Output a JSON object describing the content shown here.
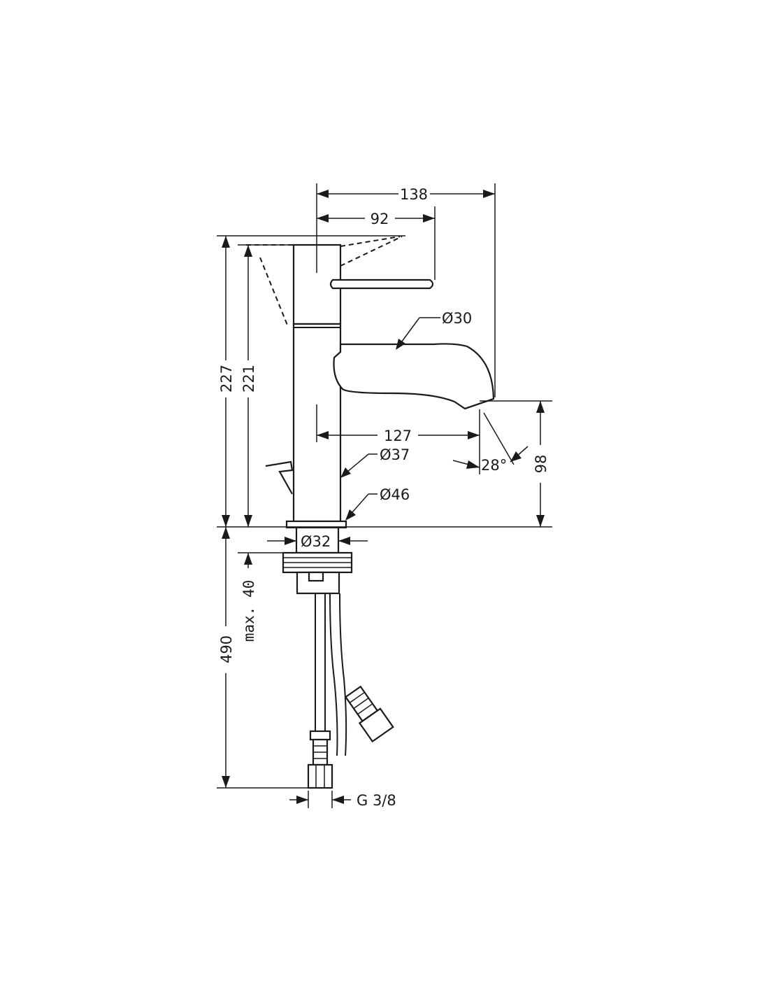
{
  "drawing": {
    "dimensions": {
      "width_total": "138",
      "lever_reach": "92",
      "spout_diameter": "Ø30",
      "spout_projection": "127",
      "body_diameter": "Ø37",
      "base_diameter": "Ø46",
      "spout_angle": "28°",
      "spout_height": "98",
      "height_total": "227",
      "height_body": "221",
      "shank_diameter": "Ø32",
      "max_counter_thickness": "max. 40",
      "hose_length": "490",
      "connection_thread": "G 3/8"
    },
    "colors": {
      "line": "#1a1a1a",
      "background": "#ffffff"
    }
  }
}
